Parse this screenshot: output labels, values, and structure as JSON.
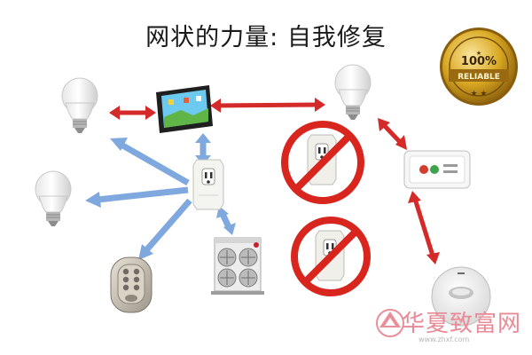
{
  "title": "网状的力量: 自我修复",
  "badge": {
    "line1": "100%",
    "line2": "RELIABLE"
  },
  "watermark": {
    "text": "华夏致富网",
    "sub": "www.zhxf.com"
  },
  "colors": {
    "red_link": "#d42a2a",
    "blue_link": "#7fa8df",
    "ban": "#d8261f",
    "gold": "#d4a420"
  },
  "nodes": [
    {
      "name": "bulb-top-left",
      "icon": "light-bulb-icon"
    },
    {
      "name": "bulb-mid-left",
      "icon": "light-bulb-icon"
    },
    {
      "name": "tablet-hub",
      "icon": "tablet-icon"
    },
    {
      "name": "plug-module-center",
      "icon": "smart-plug-icon"
    },
    {
      "name": "door-lock",
      "icon": "keypad-lock-icon"
    },
    {
      "name": "hvac-unit",
      "icon": "air-conditioner-icon"
    },
    {
      "name": "bulb-top-right",
      "icon": "light-bulb-icon"
    },
    {
      "name": "thermostat",
      "icon": "thermostat-icon"
    },
    {
      "name": "remote-button",
      "icon": "round-remote-icon"
    },
    {
      "name": "failed-plug-1",
      "icon": "banned-plug-icon"
    },
    {
      "name": "failed-plug-2",
      "icon": "banned-plug-icon"
    }
  ]
}
